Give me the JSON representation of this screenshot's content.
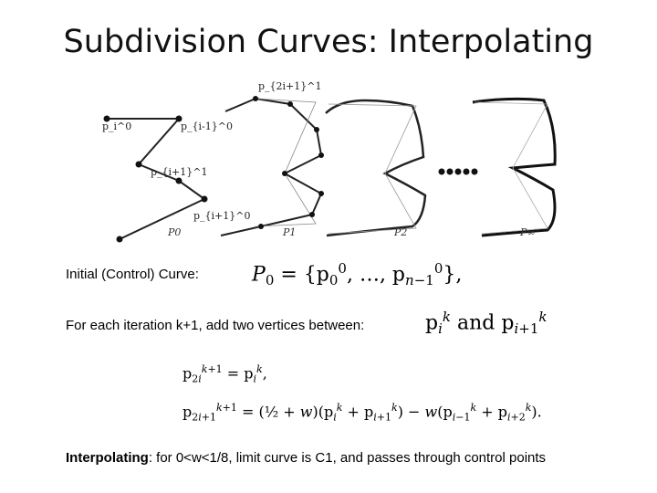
{
  "slide": {
    "title": "Subdivision Curves: Interpolating",
    "label_initial": "Initial (Control) Curve:",
    "label_each": "For each iteration k+1, add two vertices between:",
    "bottom_bold": "Interpolating",
    "bottom_rest": ": for 0<w<1/8, limit curve is C1, and passes through control points"
  },
  "diagram": {
    "curve_labels": [
      "P0",
      "P1",
      "P2",
      "P∞"
    ],
    "point_labels": [
      "p_i^0",
      "p_{i-1}^0",
      "p_{i+1}^1",
      "p_{i+1}^0",
      "p_{2i+1}^1"
    ],
    "ellipsis_dots": 5
  },
  "math": {
    "initial_curve": "P0 = {p0^0, ..., p_{n-1}^0},",
    "between": "p_i^k and p_{i+1}^k",
    "eq1": "p_{2i}^{k+1} = p_i^k,",
    "eq2": "p_{2i+1}^{k+1} = (1/2 + w)(p_i^k + p_{i+1}^k) − w(p_{i-1}^k + p_{i+2}^k)."
  }
}
